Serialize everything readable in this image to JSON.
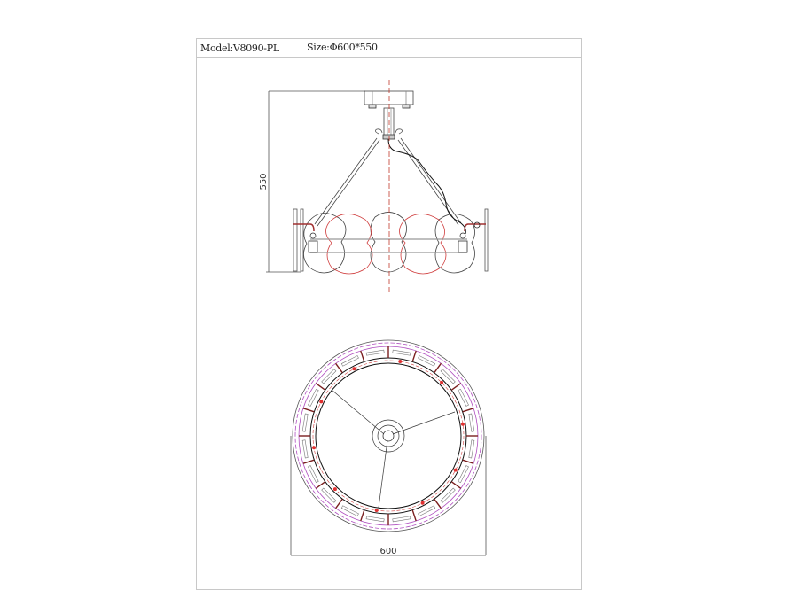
{
  "header": {
    "model_label": "Model:V8090-PL",
    "size_label": "Size:Φ600*550"
  },
  "drawing": {
    "side_view": {
      "height_dimension": "550"
    },
    "top_view": {
      "diameter_dimension": "600"
    },
    "colors": {
      "line": "#333333",
      "centerline": "#c0392b",
      "red_shade": "#d04040",
      "ring_accent": "#b050c0",
      "spoke": "#7a1f1f",
      "frame": "#c8c8c8"
    }
  }
}
